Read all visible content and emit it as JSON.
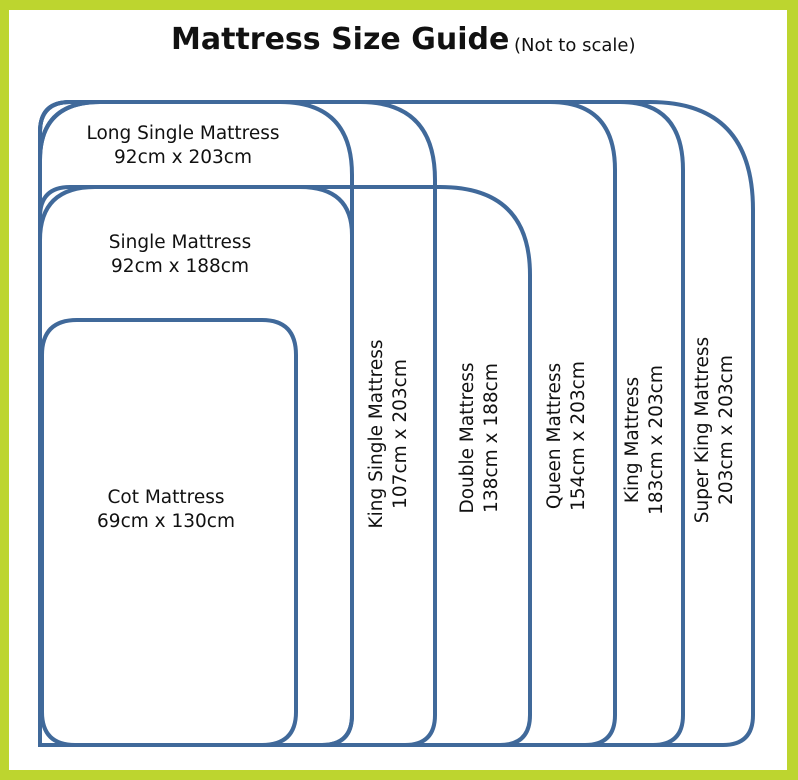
{
  "title": "Mattress Size Guide",
  "subtitle": "(Not to scale)",
  "colors": {
    "frame": "#bdd52f",
    "outline": "#40699a",
    "background": "#ffffff"
  },
  "mattresses": [
    {
      "name": "Long Single Mattress",
      "size": "92cm x 203cm"
    },
    {
      "name": "Single Mattress",
      "size": "92cm x 188cm"
    },
    {
      "name": "Cot Mattress",
      "size": "69cm x 130cm"
    },
    {
      "name": "King Single Mattress",
      "size": "107cm x 203cm"
    },
    {
      "name": "Double Mattress",
      "size": "138cm x 188cm"
    },
    {
      "name": "Queen Mattress",
      "size": "154cm x 203cm"
    },
    {
      "name": "King Mattress",
      "size": "183cm x 203cm"
    },
    {
      "name": "Super King Mattress",
      "size": "203cm x 203cm"
    }
  ]
}
